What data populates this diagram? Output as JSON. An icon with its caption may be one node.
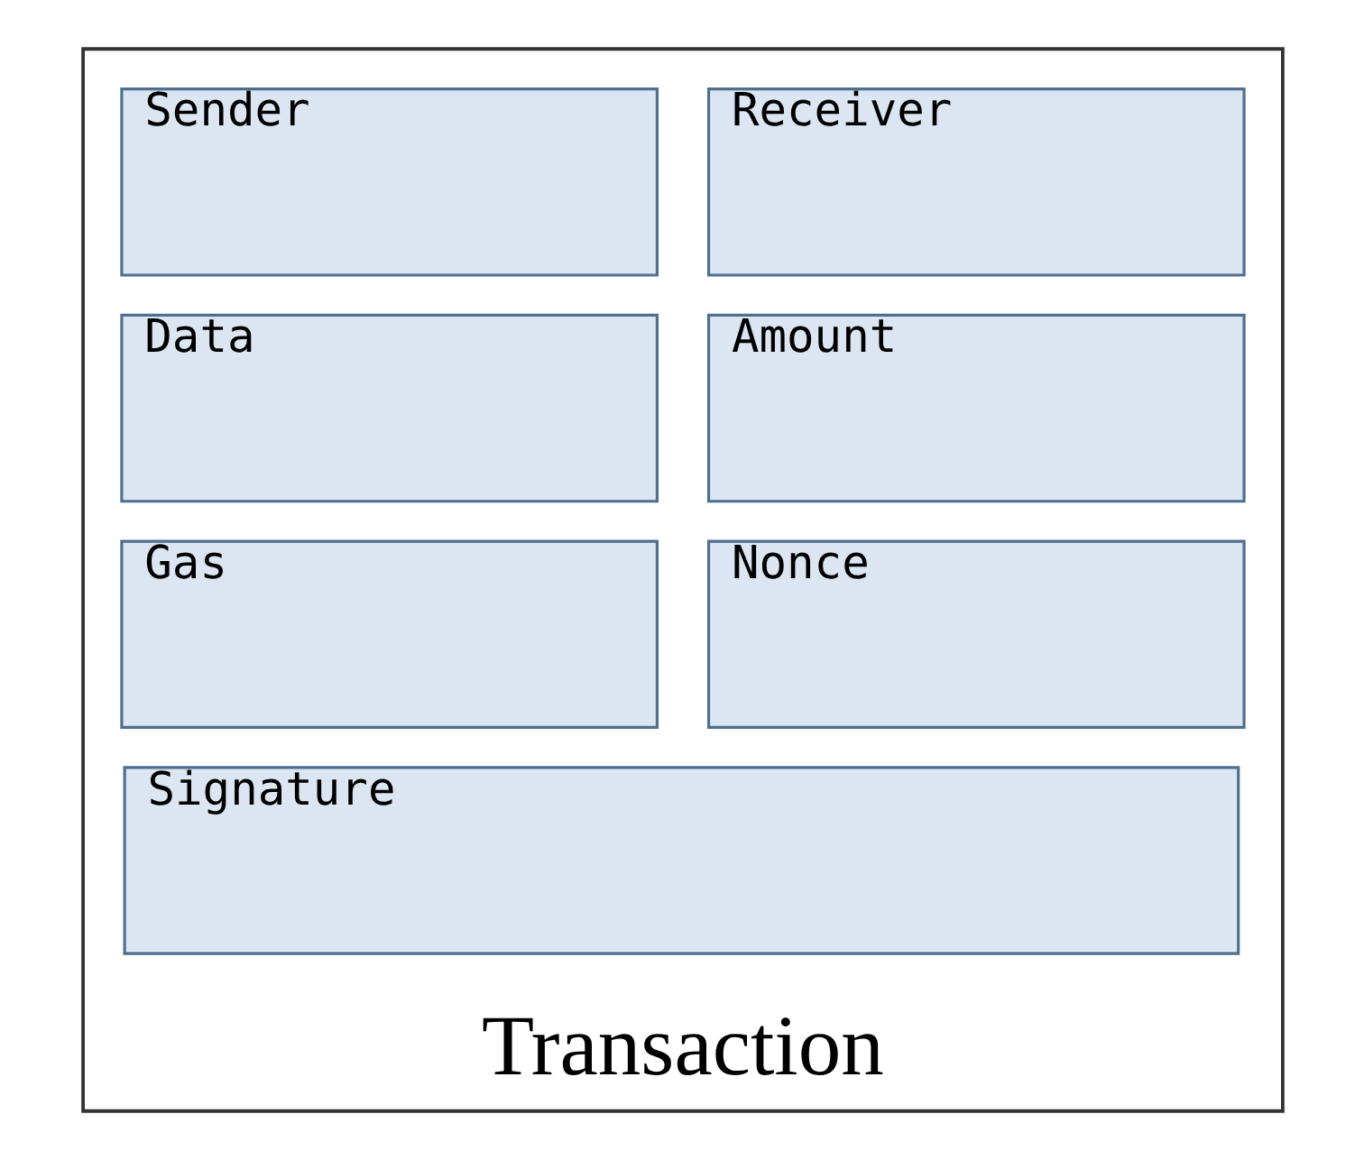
{
  "diagram": {
    "nodes": [
      {
        "text": [
          "Transaction"
        ]
      },
      {
        "text": [
          "Sender"
        ],
        "in": 0
      },
      {
        "text": [
          "Receiver"
        ],
        "in": 0
      },
      {
        "text": [
          "Data"
        ],
        "in": 0
      },
      {
        "text": [
          "Amount"
        ],
        "in": 0
      },
      {
        "text": [
          "Gas"
        ],
        "in": 0
      },
      {
        "text": [
          "Nonce"
        ],
        "in": 0
      },
      {
        "text": [
          "Signature"
        ],
        "in": 0
      }
    ]
  }
}
